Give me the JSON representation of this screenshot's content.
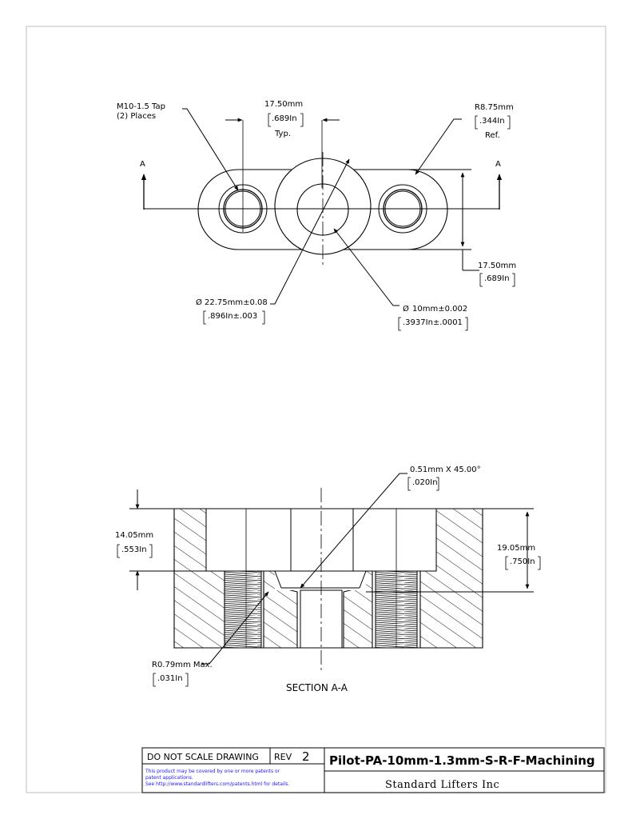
{
  "top_view": {
    "tap_label_1": "M10-1.5 Tap",
    "tap_label_2": "(2) Places",
    "center_spacing_mm": "17.50mm",
    "center_spacing_in": ".689In",
    "center_spacing_note": "Typ.",
    "radius_mm": "R8.75mm",
    "radius_in": ".344In",
    "radius_note": "Ref.",
    "width_mm": "17.50mm",
    "width_in": ".689In",
    "outer_dia_mm": "22.75mm±0.08",
    "outer_dia_in": ".896In±.003",
    "bore_dia_mm": "10mm±0.002",
    "bore_dia_in": ".3937In±.0001",
    "section_marker": "A",
    "diameter_symbol": "Ø"
  },
  "section_view": {
    "chamfer_mm": "0.51mm X 45.00°",
    "chamfer_in": ".020In",
    "depth_mm": "14.05mm",
    "depth_in": ".553In",
    "height_mm": "19.05mm",
    "height_in": ".750In",
    "fillet_mm": "R0.79mm Max.",
    "fillet_in": ".031In",
    "title": "SECTION A-A"
  },
  "title_block": {
    "do_not_scale": "DO NOT SCALE DRAWING",
    "rev_label": "REV",
    "rev_value": "2",
    "part_number": "Pilot-PA-10mm-1.3mm-S-R-F-Machining",
    "patent_line1": "This product may be covered by one or more patents or",
    "patent_line2": "patent applications.",
    "patent_line3": "See http://www.standardlifters.com/patents.html for details.",
    "company": "Standard Lifters Inc"
  },
  "colors": {
    "line": "#000000",
    "border": "#c8c8c8",
    "note": "#1a1aff"
  }
}
